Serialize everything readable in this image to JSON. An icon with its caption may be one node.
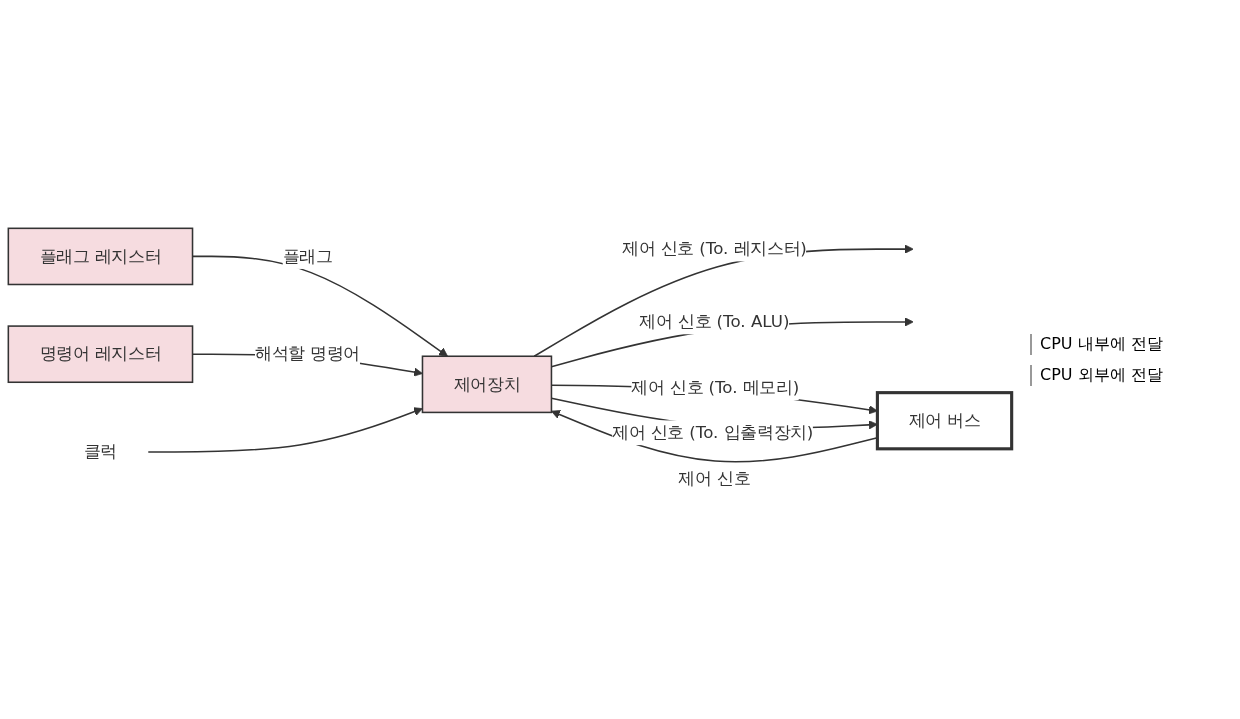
{
  "diagram": {
    "nodes": [
      {
        "text": [
          "플래그 레지스터"
        ]
      },
      {
        "text": [
          "명령어 레지스터"
        ]
      },
      {
        "text": [
          "제어장치"
        ]
      },
      {
        "text": [
          "클럭"
        ]
      },
      {
        "text": [
          "제어 버스"
        ]
      }
    ],
    "edges": [
      {
        "from": 0,
        "to": 2,
        "arrow": "to",
        "label": "플래그"
      },
      {
        "from": 1,
        "to": 2,
        "arrow": "to",
        "label": "해석할 명령어"
      },
      {
        "from": 3,
        "to": 2,
        "arrow": "to"
      },
      {
        "from": 2,
        "to": null,
        "arrow": "to",
        "label": "제어 신호 (To. 레지스터)"
      },
      {
        "from": 2,
        "to": null,
        "arrow": "to",
        "label": "제어 신호 (To. ALU)"
      },
      {
        "from": 2,
        "to": 4,
        "arrow": "to",
        "label": "제어 신호 (To. 메모리)"
      },
      {
        "from": 2,
        "to": 4,
        "arrow": "to",
        "label": "제어 신호 (To. 입출력장치)"
      },
      {
        "from": 4,
        "to": 2,
        "arrow": "to",
        "label": "제어 신호"
      }
    ],
    "labels": [
      "CPU 내부에 전달",
      "CPU 외부에 전달"
    ]
  }
}
